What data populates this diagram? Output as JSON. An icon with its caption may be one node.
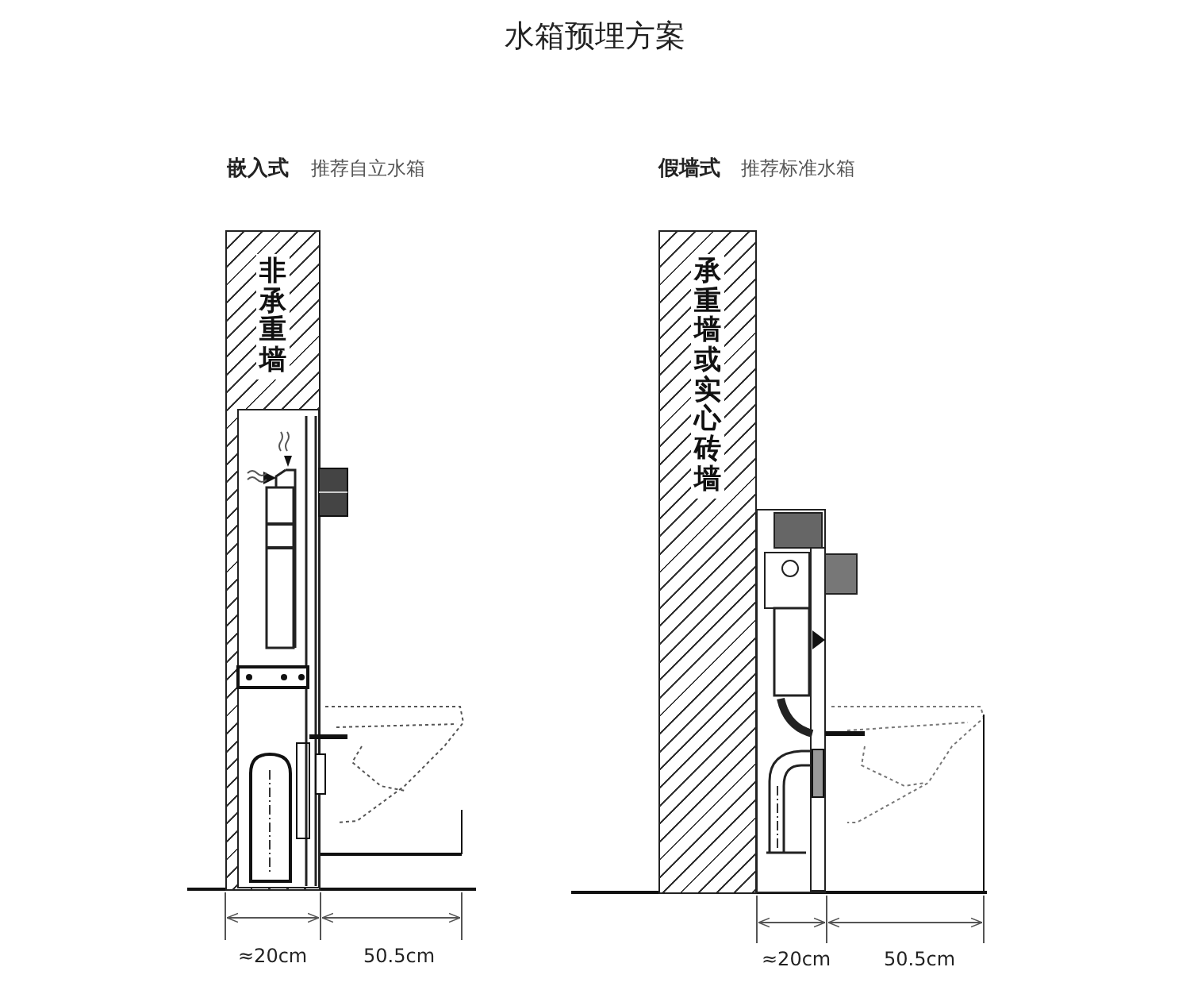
{
  "diagram": {
    "title": "水箱预埋方案",
    "nodes": [
      {
        "text": [
          "非承重墙"
        ]
      },
      {
        "text": [
          "承重墙或实心砖墙"
        ]
      }
    ],
    "labels": [
      "嵌入式",
      "推荐自立水箱",
      "≈20cm",
      "50.5cm",
      "假墙式",
      "推荐标准水箱",
      "≈20cm",
      "50.5cm"
    ]
  }
}
